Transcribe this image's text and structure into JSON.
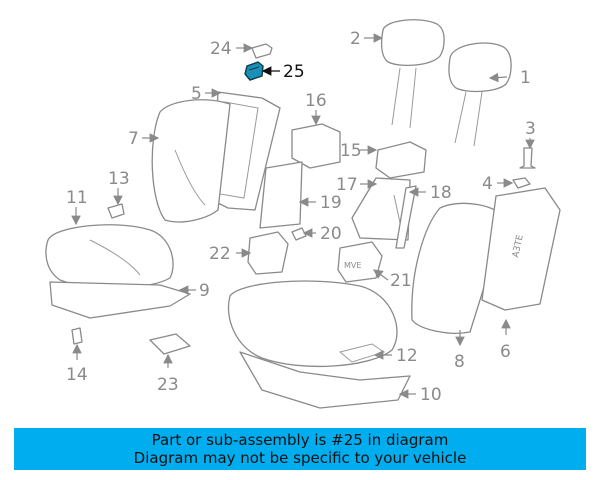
{
  "diagram": {
    "callouts": {
      "c1": "1",
      "c2": "2",
      "c3": "3",
      "c4": "4",
      "c5": "5",
      "c6": "6",
      "c7": "7",
      "c8": "8",
      "c9": "9",
      "c10": "10",
      "c11": "11",
      "c12": "12",
      "c13": "13",
      "c14": "14",
      "c15": "15",
      "c16": "16",
      "c17": "17",
      "c18": "18",
      "c19": "19",
      "c20": "20",
      "c21": "21",
      "c22": "22",
      "c23": "23",
      "c24": "24",
      "c25": "25"
    },
    "highlighted_part": "25",
    "highlight_color": "#1a8fb8",
    "badge_texts": {
      "left": "MVE",
      "right": "A3TE"
    }
  },
  "banner": {
    "line1": "Part or sub-assembly is #25 in diagram",
    "line2": "Diagram may not be specific to your vehicle",
    "background_color": "#00adef"
  }
}
